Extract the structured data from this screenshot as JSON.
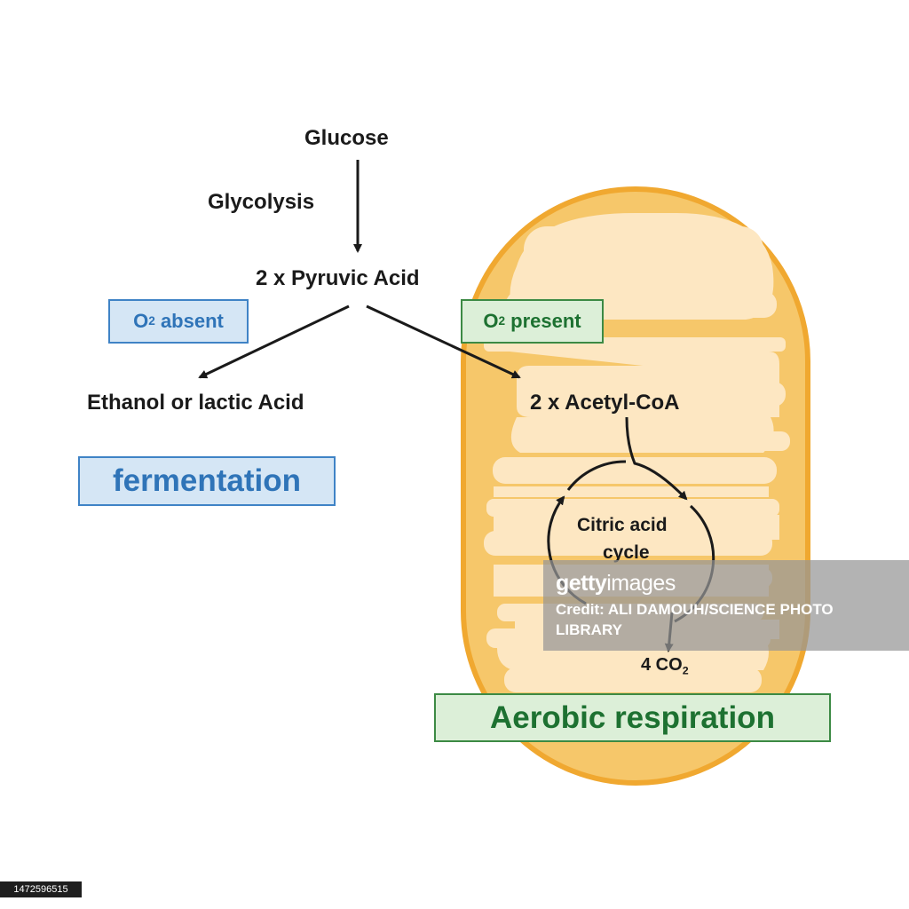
{
  "labels": {
    "glucose": "Glucose",
    "glycolysis": "Glycolysis",
    "pyruvic": "2 x Pyruvic Acid",
    "o2_absent": {
      "o": "O",
      "sub": "2",
      "rest": " absent"
    },
    "o2_present": {
      "o": "O",
      "sub": "2",
      "rest": " present"
    },
    "ethanol": "Ethanol or lactic Acid",
    "acetyl": "2 x Acetyl-CoA",
    "citric_line1": "Citric acid",
    "citric_line2": "cycle",
    "co2": {
      "main": "4 CO",
      "sub": "2"
    },
    "fermentation": "fermentation",
    "aerobic": "Aerobic respiration"
  },
  "watermark": {
    "logo_bold": "getty",
    "logo_light": "images",
    "credit": "Credit: ALI DAMOUH/SCIENCE PHOTO LIBRARY"
  },
  "image_id": "1472596515",
  "colors": {
    "mito_outer": "#f6c76a",
    "mito_border": "#f0a830",
    "mito_inner": "#fde7c2",
    "fermentation_blue": "#2f74b8",
    "aerobic_green": "#1d7131"
  }
}
